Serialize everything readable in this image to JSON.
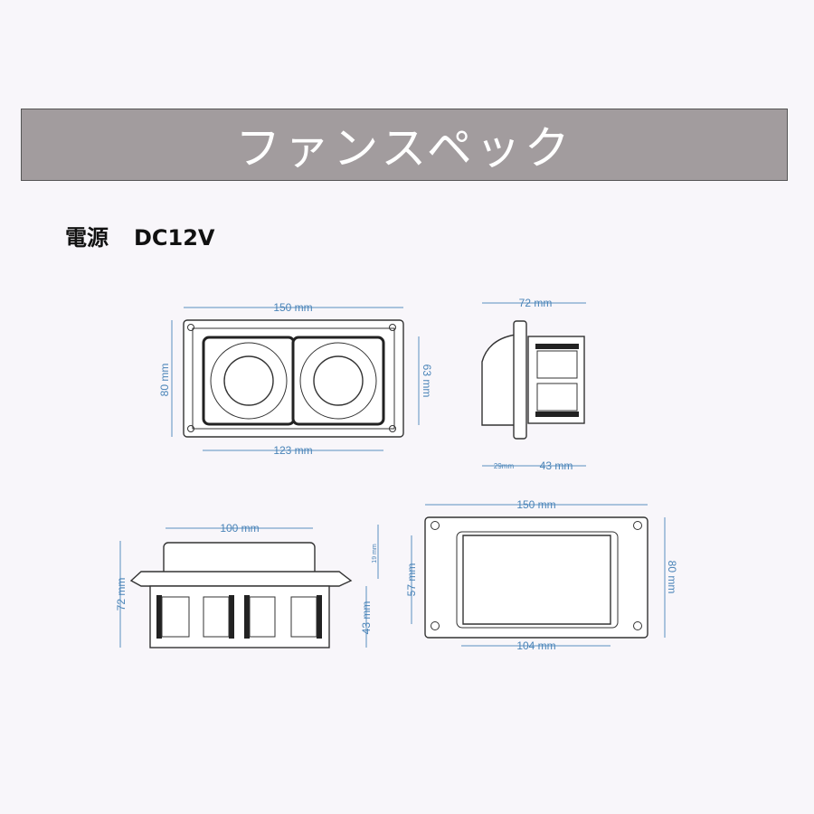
{
  "banner": {
    "title": "ファンスペック"
  },
  "spec": {
    "label": "電源",
    "value": "DC12V"
  },
  "front_view": {
    "width": "150 mm",
    "height": "80 mm",
    "inner_height": "63 mm",
    "inner_width": "123 mm"
  },
  "side_view": {
    "depth": "72 mm",
    "front_depth": "29mm",
    "rear_depth": "43 mm"
  },
  "top_view": {
    "width": "100 mm",
    "height": "72 mm",
    "flange": "19 mm",
    "body": "43 mm"
  },
  "rear_view": {
    "width": "150 mm",
    "height": "80 mm",
    "opening_height": "57 mm",
    "opening_width": "104 mm"
  },
  "colors": {
    "dimension": "#5a90c0",
    "banner": "#a29c9e",
    "background": "#f8f6fa"
  }
}
